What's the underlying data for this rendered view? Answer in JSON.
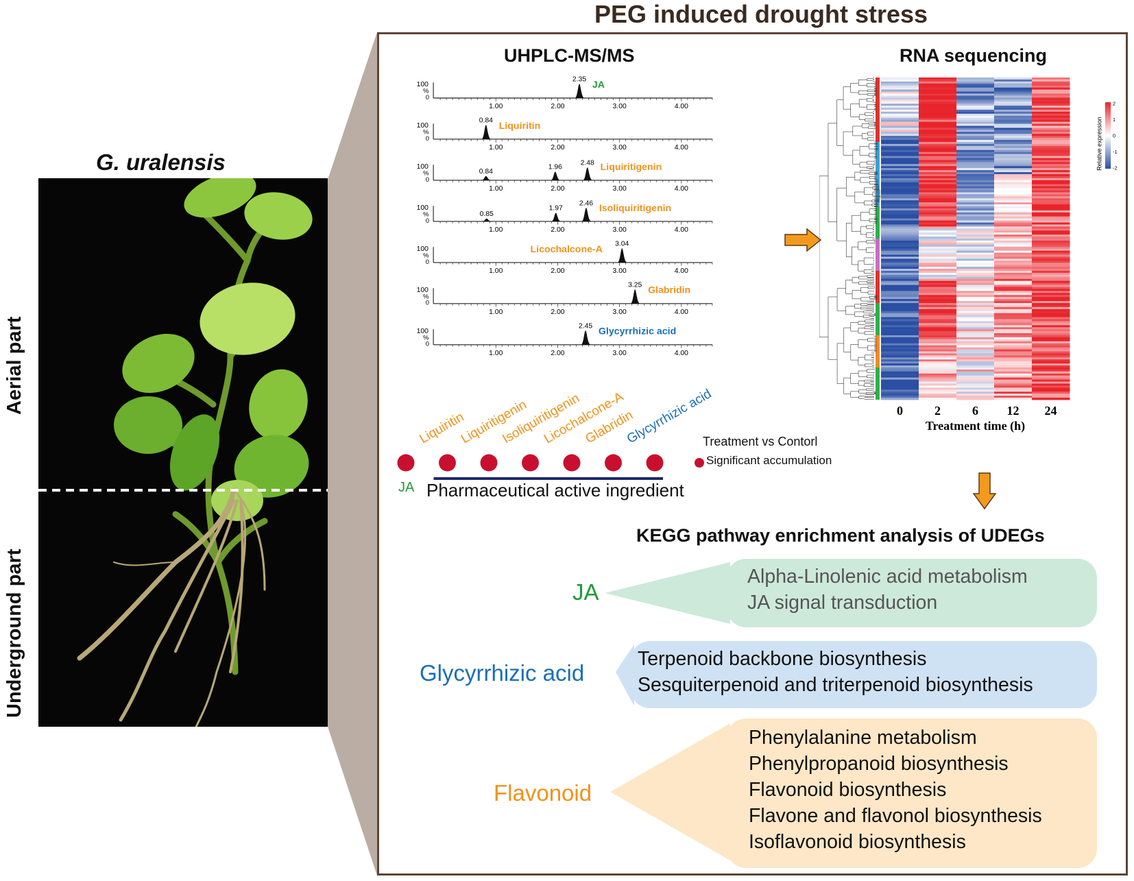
{
  "title": "PEG induced drought stress",
  "plant": {
    "species": "G. uralensis",
    "aerial_label": "Aerial part",
    "underground_label": "Underground part"
  },
  "uhplc": {
    "title": "UHPLC-MS/MS",
    "axis_ticks": [
      "1.00",
      "2.00",
      "3.00",
      "4.00"
    ],
    "y_top": "100",
    "y_unit": "%",
    "y_bottom": "0",
    "traces": [
      {
        "compound": "JA",
        "color": "#1f9a3a",
        "peaks": [
          {
            "rt": 2.35,
            "label": "2.35",
            "height": 1.0
          }
        ]
      },
      {
        "compound": "Liquiritin",
        "color": "#f0921b",
        "peaks": [
          {
            "rt": 0.84,
            "label": "0.84",
            "height": 1.0
          }
        ]
      },
      {
        "compound": "Liquiritigenin",
        "color": "#f0921b",
        "peaks": [
          {
            "rt": 0.84,
            "label": "0.84",
            "height": 0.3
          },
          {
            "rt": 1.96,
            "label": "1.96",
            "height": 0.6
          },
          {
            "rt": 2.48,
            "label": "2.48",
            "height": 0.9
          }
        ]
      },
      {
        "compound": "Isoliquiritigenin",
        "color": "#f0921b",
        "peaks": [
          {
            "rt": 0.85,
            "label": "0.85",
            "height": 0.2
          },
          {
            "rt": 1.97,
            "label": "1.97",
            "height": 0.6
          },
          {
            "rt": 2.46,
            "label": "2.46",
            "height": 0.95
          }
        ]
      },
      {
        "compound": "Licochalcone-A",
        "color": "#f0921b",
        "peaks": [
          {
            "rt": 3.04,
            "label": "3.04",
            "height": 1.0
          }
        ]
      },
      {
        "compound": "Glabridin",
        "color": "#f0921b",
        "peaks": [
          {
            "rt": 3.25,
            "label": "3.25",
            "height": 1.0
          }
        ]
      },
      {
        "compound": "Glycyrrhizic acid",
        "color": "#1b6fb5",
        "peaks": [
          {
            "rt": 2.45,
            "label": "2.45",
            "height": 1.0
          }
        ]
      }
    ]
  },
  "rnaseq": {
    "title": "RNA sequencing",
    "time_points": [
      "0",
      "2",
      "6",
      "12",
      "24"
    ],
    "xlabel": "Treatment time (h)",
    "colorbar_label": "Relative expression",
    "colorbar_ticks": [
      "2",
      "1",
      "0",
      "-1",
      "-2"
    ],
    "colors": {
      "high": "#e8242b",
      "mid": "#ffffff",
      "low": "#2a4fa3"
    }
  },
  "accumulation": {
    "compounds": [
      {
        "name": "JA",
        "color": "#1f9a3a"
      },
      {
        "name": "Liquiritin",
        "color": "#f0921b"
      },
      {
        "name": "Liquiritigenin",
        "color": "#f0921b"
      },
      {
        "name": "Isoliquiritigenin",
        "color": "#f0921b"
      },
      {
        "name": "Licochalcone-A",
        "color": "#f0921b"
      },
      {
        "name": "Glabridin",
        "color": "#f0921b"
      },
      {
        "name": "Glycyrrhizic acid",
        "color": "#1b6fb5"
      }
    ],
    "ingredient_label": "Pharmaceutical active ingredient",
    "legend_title": "Treatment vs Contorl",
    "legend_item": "Significant accumulation",
    "dot_color": "#c8102e"
  },
  "kegg": {
    "title": "KEGG pathway enrichment analysis of UDEGs",
    "groups": [
      {
        "label": "JA",
        "pathways": [
          "Alpha-Linolenic acid metabolism",
          "JA signal transduction"
        ]
      },
      {
        "label": "Glycyrrhizic acid",
        "pathways": [
          "Terpenoid backbone biosynthesis",
          "Sesquiterpenoid and triterpenoid biosynthesis"
        ]
      },
      {
        "label": "Flavonoid",
        "pathways": [
          "Phenylalanine metabolism",
          "Phenylpropanoid biosynthesis",
          "Flavonoid biosynthesis",
          "Flavone and flavonol biosynthesis",
          "Isoflavonoid biosynthesis"
        ]
      }
    ]
  }
}
